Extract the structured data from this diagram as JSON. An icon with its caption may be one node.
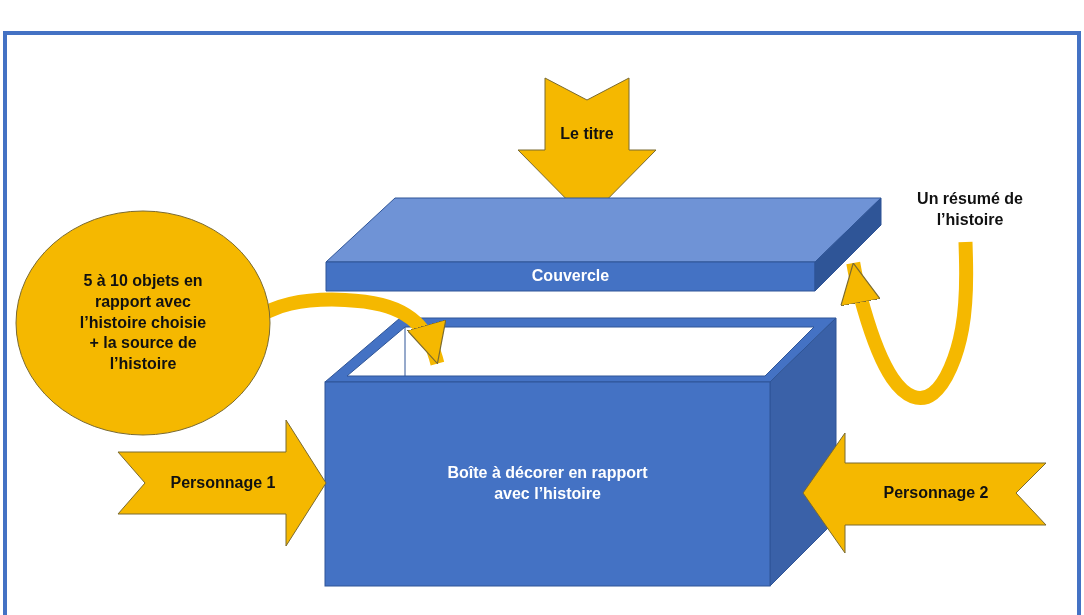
{
  "diagram": {
    "nodes": [
      {
        "text": [
          "Le titre"
        ]
      },
      {
        "text": [
          "5 à 10 objets en rapport avec l’histoire choisie + la source de l’histoire"
        ]
      },
      {
        "text": [
          "Couvercle"
        ]
      },
      {
        "text": [
          "Un résumé de l’histoire"
        ]
      },
      {
        "text": [
          "Boîte à décorer en rapport avec l’histoire"
        ]
      },
      {
        "text": [
          "Personnage 1"
        ]
      },
      {
        "text": [
          "Personnage 2"
        ]
      }
    ],
    "edges": [
      {
        "from": 1,
        "to": 4,
        "arrow": "to"
      },
      {
        "from": 3,
        "to": 2,
        "arrow": "to"
      }
    ]
  }
}
